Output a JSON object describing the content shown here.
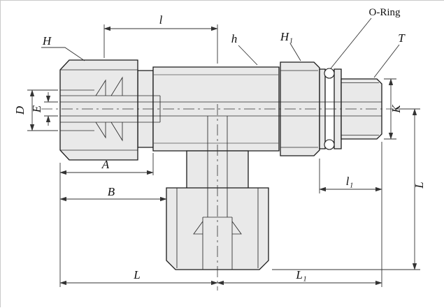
{
  "drawing": {
    "labels": {
      "nut_left": "H",
      "length_l": "l",
      "body_hex": "h",
      "locknut": "H₁",
      "o_ring": "O-Ring",
      "thread": "T",
      "dia_d": "D",
      "dia_e": "E",
      "dia_k": "K",
      "height_l": "L",
      "dim_a": "A",
      "dim_b": "B",
      "len_l1": "l₁",
      "run_left": "L",
      "run_right": "L₁"
    },
    "colors": {
      "outline": "#1a1a1a",
      "fill": "#e9e9e9",
      "dim": "#333333",
      "background": "#ffffff"
    }
  }
}
